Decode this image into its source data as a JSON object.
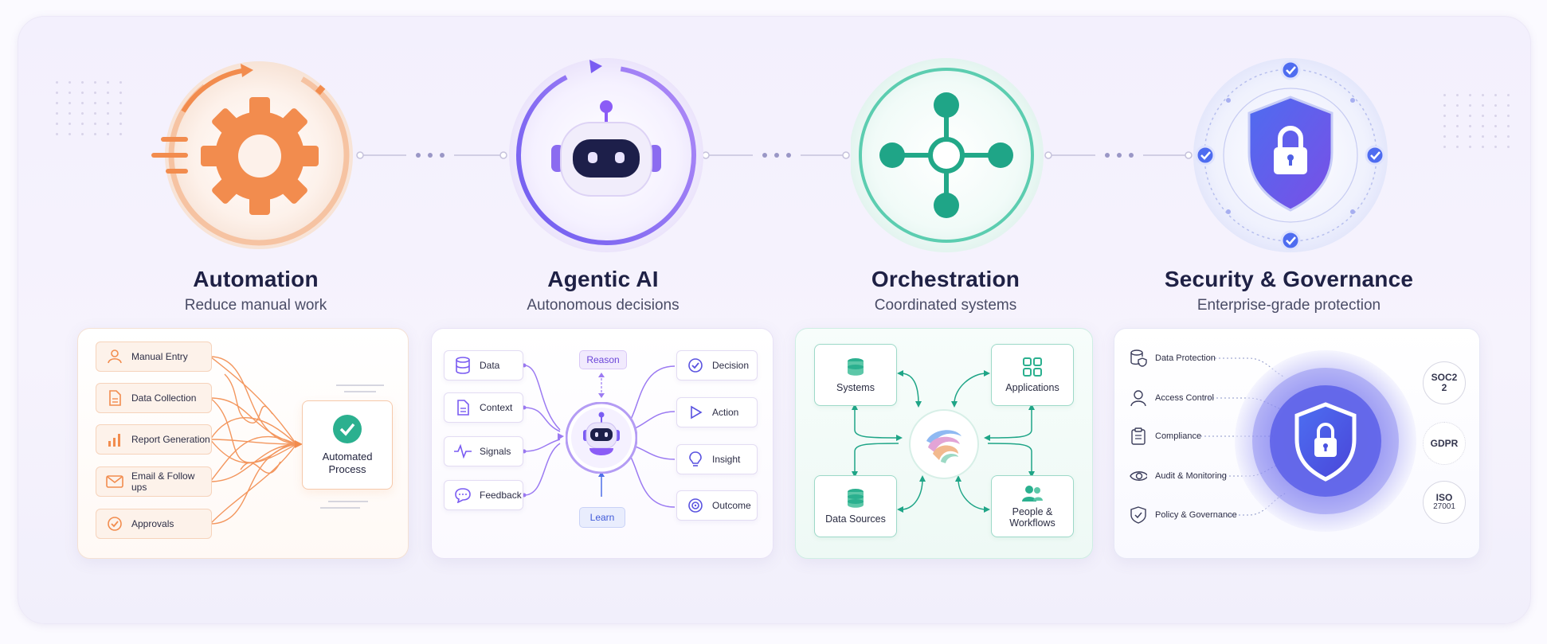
{
  "colors": {
    "orange": "#f28c4e",
    "purple": "#8b5cf6",
    "teal": "#2bb08f",
    "blue": "#4f5ee8",
    "navy": "#1f2145"
  },
  "pillars": [
    {
      "title": "Automation",
      "subtitle": "Reduce manual work",
      "icon": "gear-icon"
    },
    {
      "title": "Agentic AI",
      "subtitle": "Autonomous decisions",
      "icon": "robot-icon"
    },
    {
      "title": "Orchestration",
      "subtitle": "Coordinated systems",
      "icon": "hub-icon"
    },
    {
      "title": "Security & Governance",
      "subtitle": "Enterprise-grade protection",
      "icon": "shield-lock-icon"
    }
  ],
  "automation": {
    "inputs": [
      {
        "label": "Manual Entry",
        "icon": "user-icon"
      },
      {
        "label": "Data Collection",
        "icon": "document-icon"
      },
      {
        "label": "Report Generation",
        "icon": "bar-chart-icon"
      },
      {
        "label": "Email & Follow ups",
        "icon": "mail-icon"
      },
      {
        "label": "Approvals",
        "icon": "check-circle-icon"
      }
    ],
    "output_line1": "Automated",
    "output_line2": "Process"
  },
  "agentic": {
    "inputs": [
      {
        "label": "Data",
        "icon": "database-icon"
      },
      {
        "label": "Context",
        "icon": "document-icon"
      },
      {
        "label": "Signals",
        "icon": "pulse-icon"
      },
      {
        "label": "Feedback",
        "icon": "chat-icon"
      }
    ],
    "reason": "Reason",
    "learn": "Learn",
    "outputs": [
      {
        "label": "Decision",
        "icon": "check-circle-icon"
      },
      {
        "label": "Action",
        "icon": "play-icon"
      },
      {
        "label": "Insight",
        "icon": "lightbulb-icon"
      },
      {
        "label": "Outcome",
        "icon": "target-icon"
      }
    ]
  },
  "orchestration": {
    "nodes": {
      "systems": "Systems",
      "applications": "Applications",
      "data_sources": "Data Sources",
      "people_line1": "People &",
      "people_line2": "Workflows"
    }
  },
  "security": {
    "items": [
      {
        "label": "Data Protection",
        "icon": "database-shield-icon"
      },
      {
        "label": "Access Control",
        "icon": "user-icon"
      },
      {
        "label": "Compliance",
        "icon": "clipboard-icon"
      },
      {
        "label": "Audit & Monitoring",
        "icon": "eye-icon"
      },
      {
        "label": "Policy & Governance",
        "icon": "shield-check-icon"
      }
    ],
    "badges": [
      {
        "line1": "SOC2",
        "line2": "2"
      },
      {
        "line1": "GDPR",
        "line2": ""
      },
      {
        "line1": "ISO",
        "line2": "27001"
      }
    ]
  }
}
